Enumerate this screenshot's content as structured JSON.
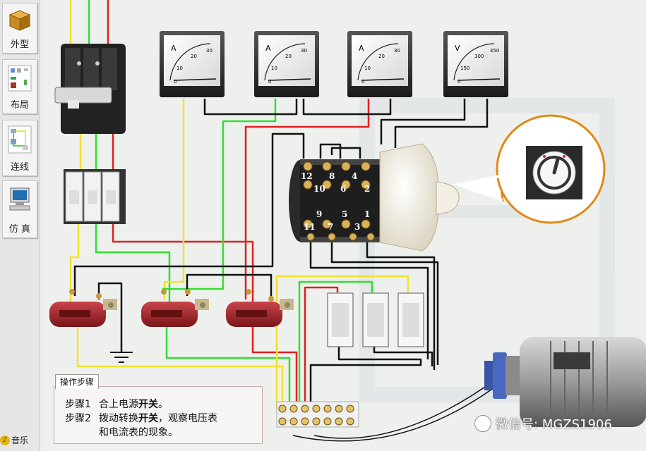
{
  "sidebar": {
    "items": [
      {
        "label": "外型",
        "icon": "box-icon"
      },
      {
        "label": "布局",
        "icon": "layout-icon"
      },
      {
        "label": "连线",
        "icon": "wiring-icon"
      },
      {
        "label": "仿 真",
        "icon": "computer-icon"
      }
    ],
    "music_label": "音乐"
  },
  "ammeters": [
    {
      "unit": "A",
      "ticks": [
        "10",
        "20",
        "30"
      ],
      "zero": "0"
    },
    {
      "unit": "A",
      "ticks": [
        "10",
        "20",
        "30"
      ],
      "zero": "0"
    },
    {
      "unit": "A",
      "ticks": [
        "10",
        "20",
        "30"
      ],
      "zero": "0"
    }
  ],
  "voltmeter": {
    "unit": "V",
    "ticks": [
      "150",
      "300",
      "450"
    ],
    "zero": "0"
  },
  "switch_terminals": {
    "top": [
      "12",
      "10",
      "8",
      "6",
      "4",
      "2"
    ],
    "bottom": [
      "9",
      "11",
      "7",
      "5",
      "3",
      "1"
    ]
  },
  "steps": {
    "tab_label": "操作步骤",
    "items": [
      {
        "lead": "步骤1",
        "text": "合上电源",
        "bold": "开关",
        "tail": "。"
      },
      {
        "lead": "步骤2",
        "text": "拨动转换",
        "bold": "开关",
        "tail": "，观察电压表"
      }
    ],
    "continuation": "和电流表的现象。"
  },
  "watermark": "微信号: MGZS1906",
  "colors": {
    "wire_yellow": "#f2e22a",
    "wire_green": "#33dd33",
    "wire_red": "#e02020",
    "wire_black": "#111111",
    "ct_body": "#b0282c",
    "switch_knob": "#f3efe2"
  }
}
